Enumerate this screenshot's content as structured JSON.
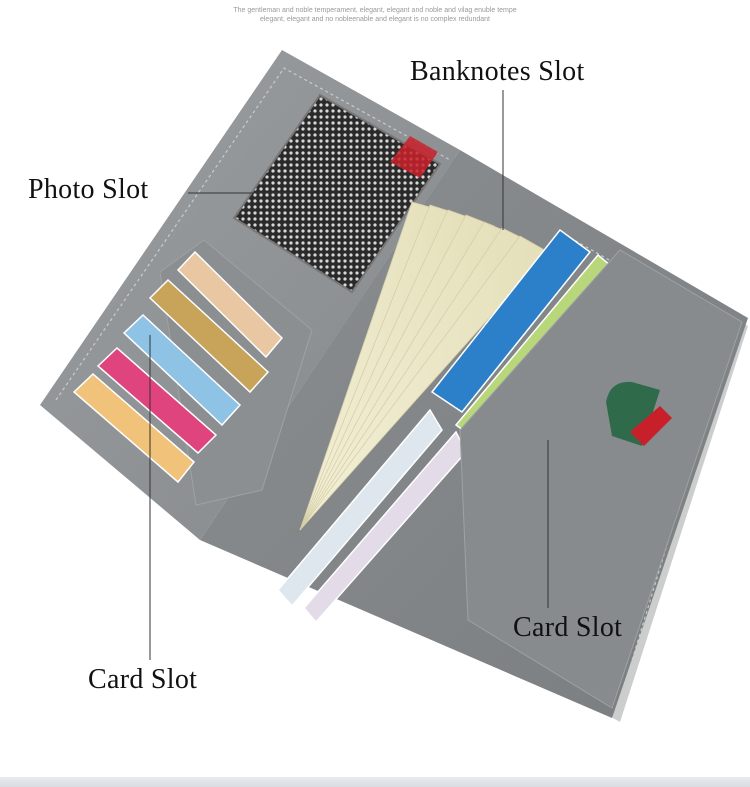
{
  "header": {
    "tagline_line1": "The gentleman and noble temperament, elegant, elegant and noble and vilag enuble tempe",
    "tagline_line2": "elegant, elegant and no nobleenable and elegant is no complex redundant"
  },
  "callouts": {
    "banknotes_slot": "Banknotes Slot",
    "photo_slot": "Photo Slot",
    "card_slot_left": "Card Slot",
    "card_slot_right": "Card Slot"
  },
  "colors": {
    "wallet_grey": "#8f9395",
    "wallet_dark": "#7b7f81",
    "stitch": "#c9cbcc",
    "banknote": "#eeeacb",
    "accent_red": "#c8202a",
    "tab_green": "#2f6b4a"
  }
}
